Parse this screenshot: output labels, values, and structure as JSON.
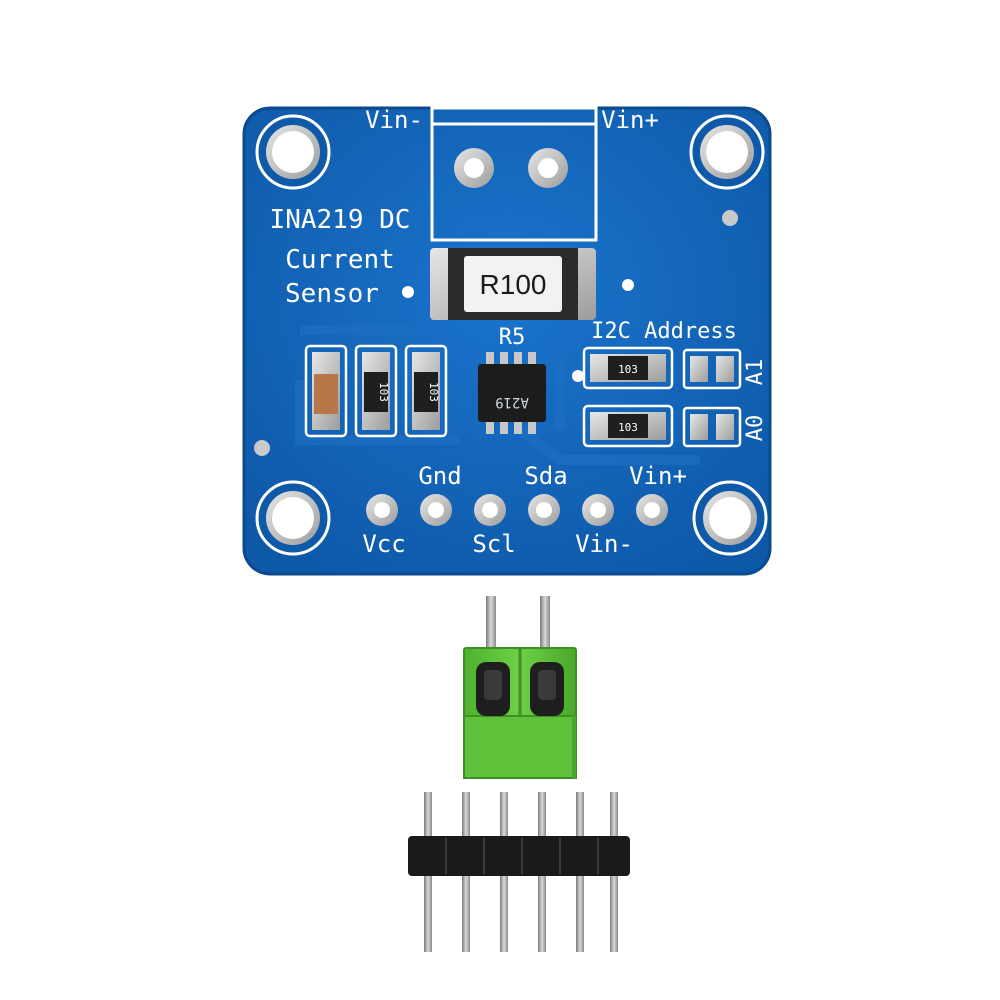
{
  "board": {
    "title_line1": "INA219 DC",
    "title_line2": "Current",
    "title_line3": "Sensor",
    "top_left_label": "Vin-",
    "top_right_label": "Vin+",
    "shunt_marking": "R100",
    "shunt_ref": "R5",
    "chip_marking": "A219",
    "i2c_label": "I2C Address",
    "addr_a1": "A1",
    "addr_a0": "A0",
    "resistor_code": "103",
    "pin_labels_top": [
      "Gnd",
      "Sda",
      "Vin+"
    ],
    "pin_labels_bottom": [
      "Vcc",
      "Scl",
      "Vin-"
    ]
  },
  "colors": {
    "pcb": "#1565b8",
    "pcb_edge": "#0d4f96",
    "terminal_block": "#5cc23a",
    "header_plastic": "#1a1a1a"
  }
}
